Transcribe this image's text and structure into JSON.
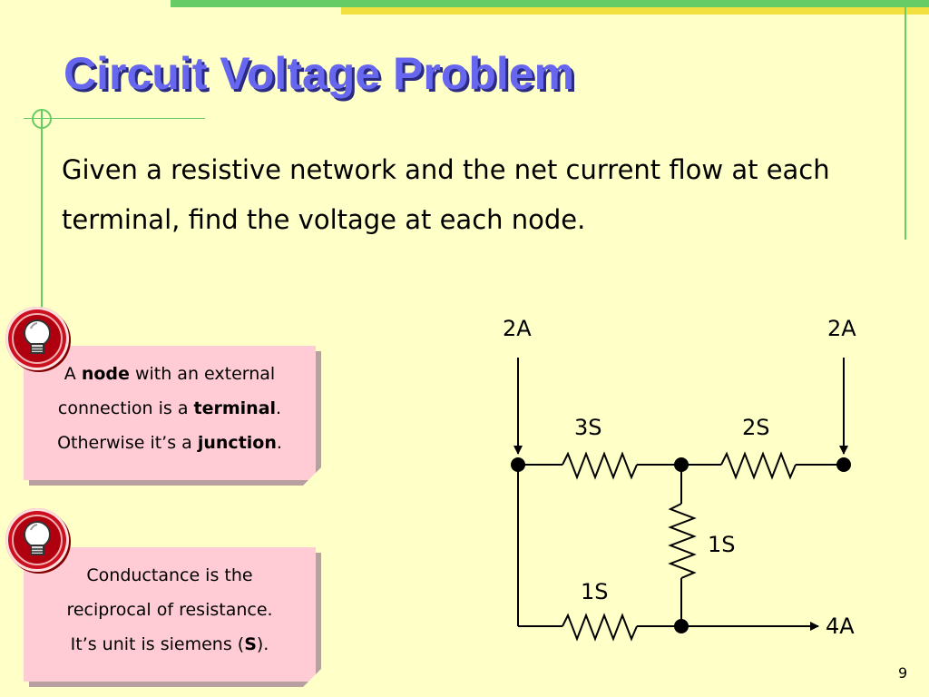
{
  "slide": {
    "title": "Circuit Voltage Problem",
    "body": "Given a resistive network and the net current flow at each terminal, find the voltage at each node.",
    "page_number": "9"
  },
  "notes": [
    {
      "icon": "lightbulb-icon",
      "line1_pre": "A ",
      "line1_bold": "node",
      "line1_post": " with an external",
      "line2_pre": "connection is a ",
      "line2_bold": "terminal",
      "line2_post": ".",
      "line3_pre": "Otherwise it’s a ",
      "line3_bold": "junction",
      "line3_post": "."
    },
    {
      "icon": "lightbulb-icon",
      "line1": "Conductance is the",
      "line2": "reciprocal of resistance.",
      "line3_pre": "It’s unit is siemens (",
      "line3_bold": "S",
      "line3_post": ")."
    }
  ],
  "circuit": {
    "current_left": "2A",
    "current_right": "2A",
    "current_out": "4A",
    "r_top_left": "3S",
    "r_top_right": "2S",
    "r_middle": "1S",
    "r_bottom": "1S"
  },
  "colors": {
    "background": "#FFFFC8",
    "title": "#6666EE",
    "title_shadow": "#2A2A80",
    "note_bg": "#FFCCD6",
    "accent_green": "#66CC66",
    "accent_yellow": "#F2E040",
    "bulb_red": "#CC1020"
  }
}
